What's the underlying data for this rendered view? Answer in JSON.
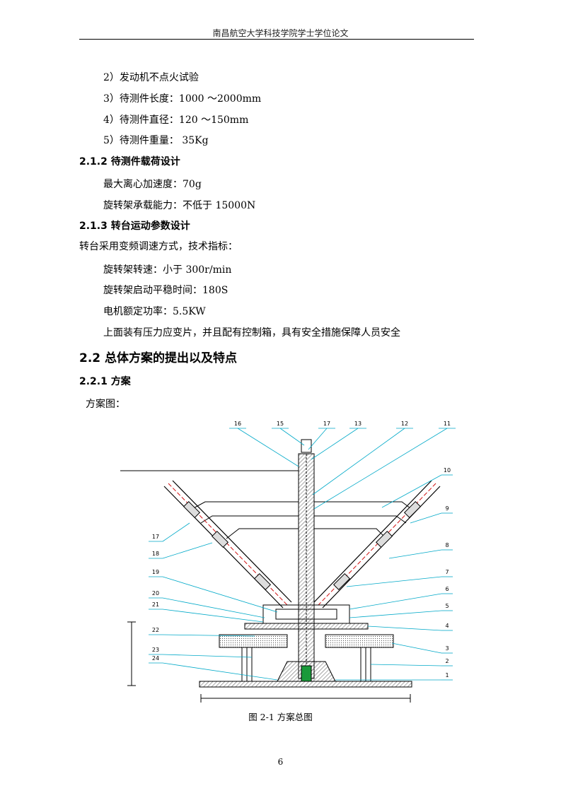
{
  "header": {
    "title": "南昌航空大学科技学院学士学位论文"
  },
  "lines": [
    "2）发动机不点火试验",
    "3）待测件长度：1000 ～2000mm",
    "4）待测件直径：120 ～150mm",
    "5）待测件重量：  35Kg"
  ],
  "section_212": {
    "heading": "2.1.2  待测件载荷设计",
    "items": [
      "最大离心加速度：70g",
      "旋转架承载能力：不低于 15000N"
    ]
  },
  "section_213": {
    "heading": "2.1.3  转台运动参数设计",
    "intro": "转台采用变频调速方式，技术指标：",
    "items": [
      "旋转架转速：小于 300r/min",
      "旋转架启动平稳时间：180S",
      "电机额定功率：5.5KW",
      "上面装有压力应变片，并且配有控制箱，具有安全措施保障人员安全"
    ]
  },
  "section_22": {
    "heading": "2.2  总体方案的提出以及特点"
  },
  "section_221": {
    "heading": "2.2.1  方案",
    "intro": "方案图："
  },
  "figure": {
    "caption": "图 2-1    方案总图",
    "top_labels": [
      "16",
      "15",
      "17",
      "13",
      "12",
      "11"
    ],
    "right_labels": [
      "10",
      "9",
      "8",
      "7",
      "6",
      "5",
      "4",
      "3",
      "2",
      "1"
    ],
    "left_labels": [
      "17",
      "18",
      "19",
      "20",
      "21",
      "22",
      "23",
      "24"
    ],
    "colors": {
      "drawing": "#000000",
      "leader": "#00a9c8",
      "hatch": "#555555",
      "accent": "#d01010"
    }
  },
  "page_number": "6"
}
